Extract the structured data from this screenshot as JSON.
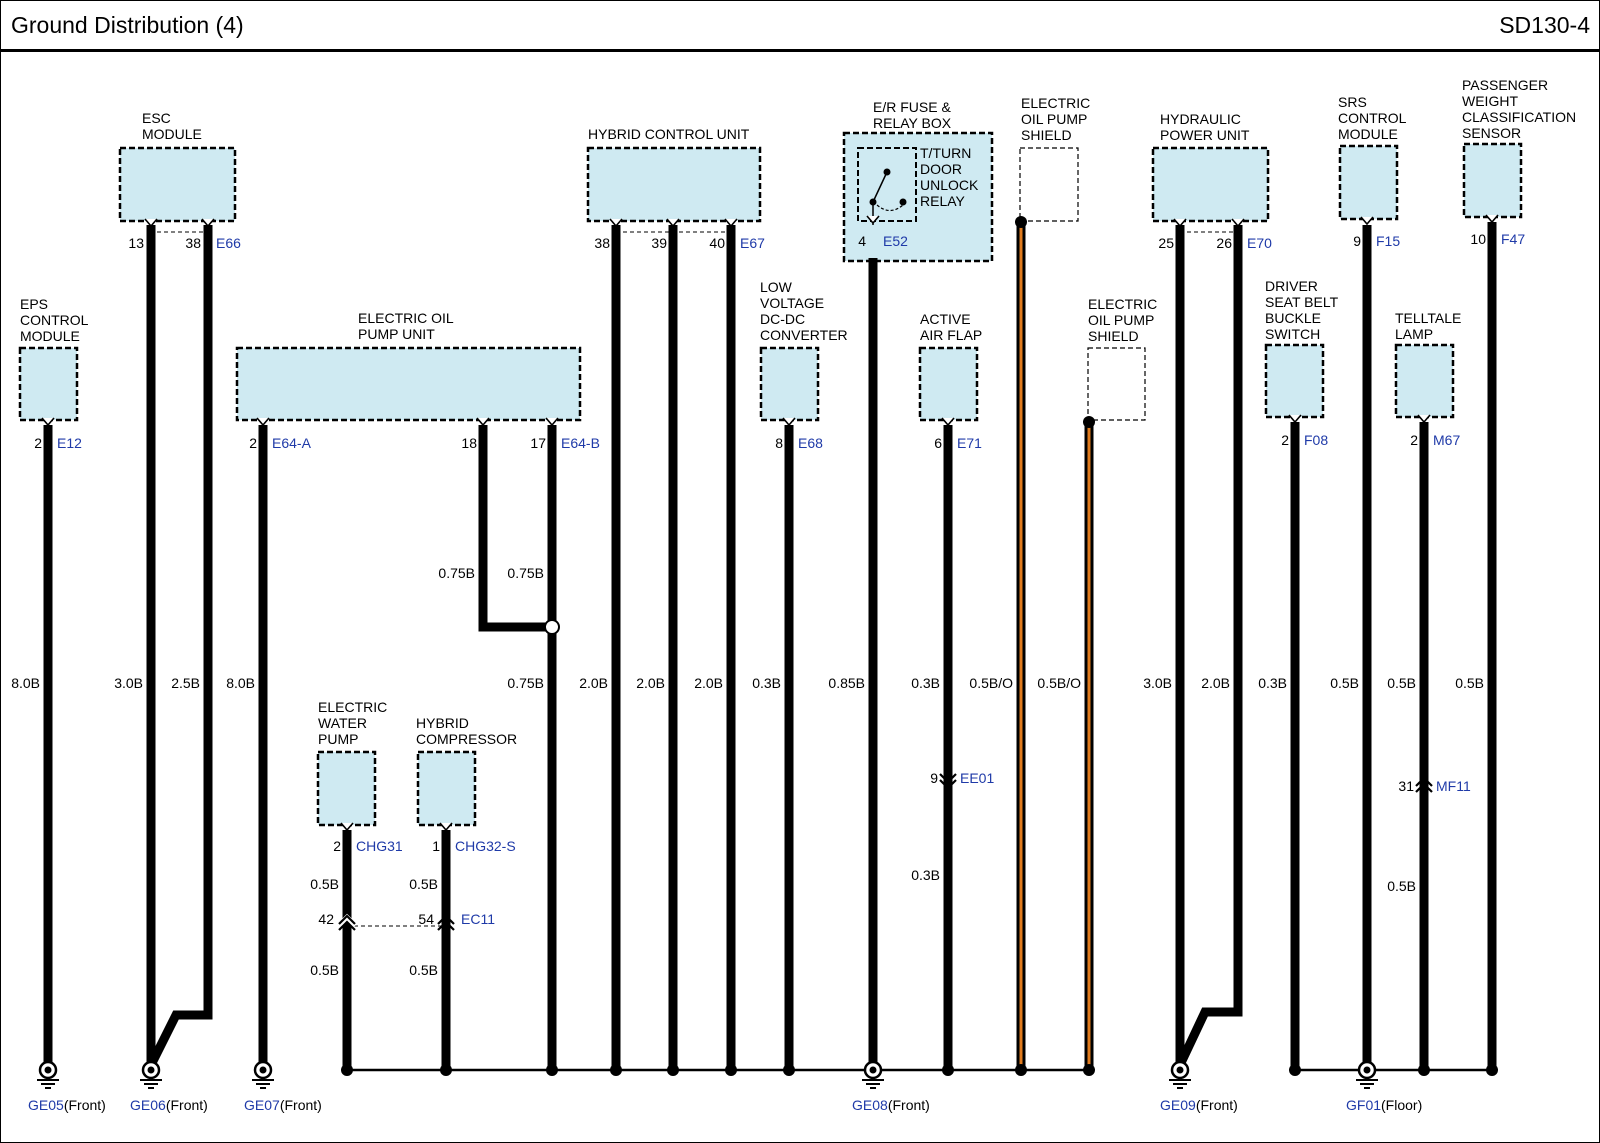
{
  "header": {
    "title": "Ground Distribution (4)",
    "code": "SD130-4"
  },
  "colors": {
    "fill": "#cfeaf2",
    "connector": "#1f3aa8",
    "wire": "#000000",
    "orange": "#e07b1e"
  },
  "components": {
    "esc": [
      "ESC",
      "MODULE"
    ],
    "hcu": [
      "HYBRID CONTROL UNIT"
    ],
    "er": [
      "E/R FUSE &",
      "RELAY BOX"
    ],
    "relay": [
      "T/TURN",
      "DOOR",
      "UNLOCK",
      "RELAY"
    ],
    "shield1": [
      "ELECTRIC",
      "OIL PUMP",
      "SHIELD"
    ],
    "hpu": [
      "HYDRAULIC",
      "POWER UNIT"
    ],
    "srs": [
      "SRS",
      "CONTROL",
      "MODULE"
    ],
    "pwcs": [
      "PASSENGER",
      "WEIGHT",
      "CLASSIFICATION",
      "SENSOR"
    ],
    "eps": [
      "EPS",
      "CONTROL",
      "MODULE"
    ],
    "eopu": [
      "ELECTRIC OIL",
      "PUMP UNIT"
    ],
    "ldc": [
      "LOW",
      "VOLTAGE",
      "DC-DC",
      "CONVERTER"
    ],
    "aaf": [
      "ACTIVE",
      "AIR FLAP"
    ],
    "shield2": [
      "ELECTRIC",
      "OIL PUMP",
      "SHIELD"
    ],
    "dsbs": [
      "DRIVER",
      "SEAT BELT",
      "BUCKLE",
      "SWITCH"
    ],
    "tl": [
      "TELLTALE",
      "LAMP"
    ],
    "ewp": [
      "ELECTRIC",
      "WATER",
      "PUMP"
    ],
    "hc": [
      "HYBRID",
      "COMPRESSOR"
    ]
  },
  "connectors": {
    "E12": "E12",
    "E66": "E66",
    "E64A": "E64-A",
    "E64B": "E64-B",
    "E67": "E67",
    "E52": "E52",
    "E68": "E68",
    "E71": "E71",
    "E70": "E70",
    "F15": "F15",
    "F47": "F47",
    "F08": "F08",
    "M67": "M67",
    "CHG31": "CHG31",
    "CHG32": "CHG32-S",
    "EC11": "EC11",
    "EE01": "EE01",
    "MF11": "MF11"
  },
  "pins": {
    "e12": "2",
    "e66a": "13",
    "e66b": "38",
    "e64a": "2",
    "e64b18": "18",
    "e64b17": "17",
    "e67a": "38",
    "e67b": "39",
    "e67c": "40",
    "e52": "4",
    "e68": "8",
    "e71": "6",
    "e70a": "25",
    "e70b": "26",
    "f15": "9",
    "f47": "10",
    "f08": "2",
    "m67": "2",
    "chg31": "2",
    "chg32": "1",
    "ec11a": "42",
    "ec11b": "54",
    "ee01": "9",
    "mf11": "31"
  },
  "wires": {
    "w1": "8.0B",
    "w2": "3.0B",
    "w3": "2.5B",
    "w4": "8.0B",
    "w5": "0.75B",
    "w6": "0.75B",
    "w7": "0.75B",
    "w8": "2.0B",
    "w9": "2.0B",
    "w10": "2.0B",
    "w11": "0.3B",
    "w12": "0.85B",
    "w13": "0.3B",
    "w14": "0.5B/O",
    "w15": "0.5B/O",
    "w16": "3.0B",
    "w17": "2.0B",
    "w18": "0.3B",
    "w19": "0.5B",
    "w20": "0.5B",
    "w21": "0.5B",
    "w22": "0.3B",
    "w23": "0.5B",
    "w24a": "0.5B",
    "w24b": "0.5B",
    "w25a": "0.5B",
    "w25b": "0.5B"
  },
  "grounds": {
    "ge05": {
      "id": "GE05",
      "loc": "(Front)"
    },
    "ge06": {
      "id": "GE06",
      "loc": "(Front)"
    },
    "ge07": {
      "id": "GE07",
      "loc": "(Front)"
    },
    "ge08": {
      "id": "GE08",
      "loc": "(Front)"
    },
    "ge09": {
      "id": "GE09",
      "loc": "(Front)"
    },
    "gf01": {
      "id": "GF01",
      "loc": "(Floor)"
    }
  }
}
